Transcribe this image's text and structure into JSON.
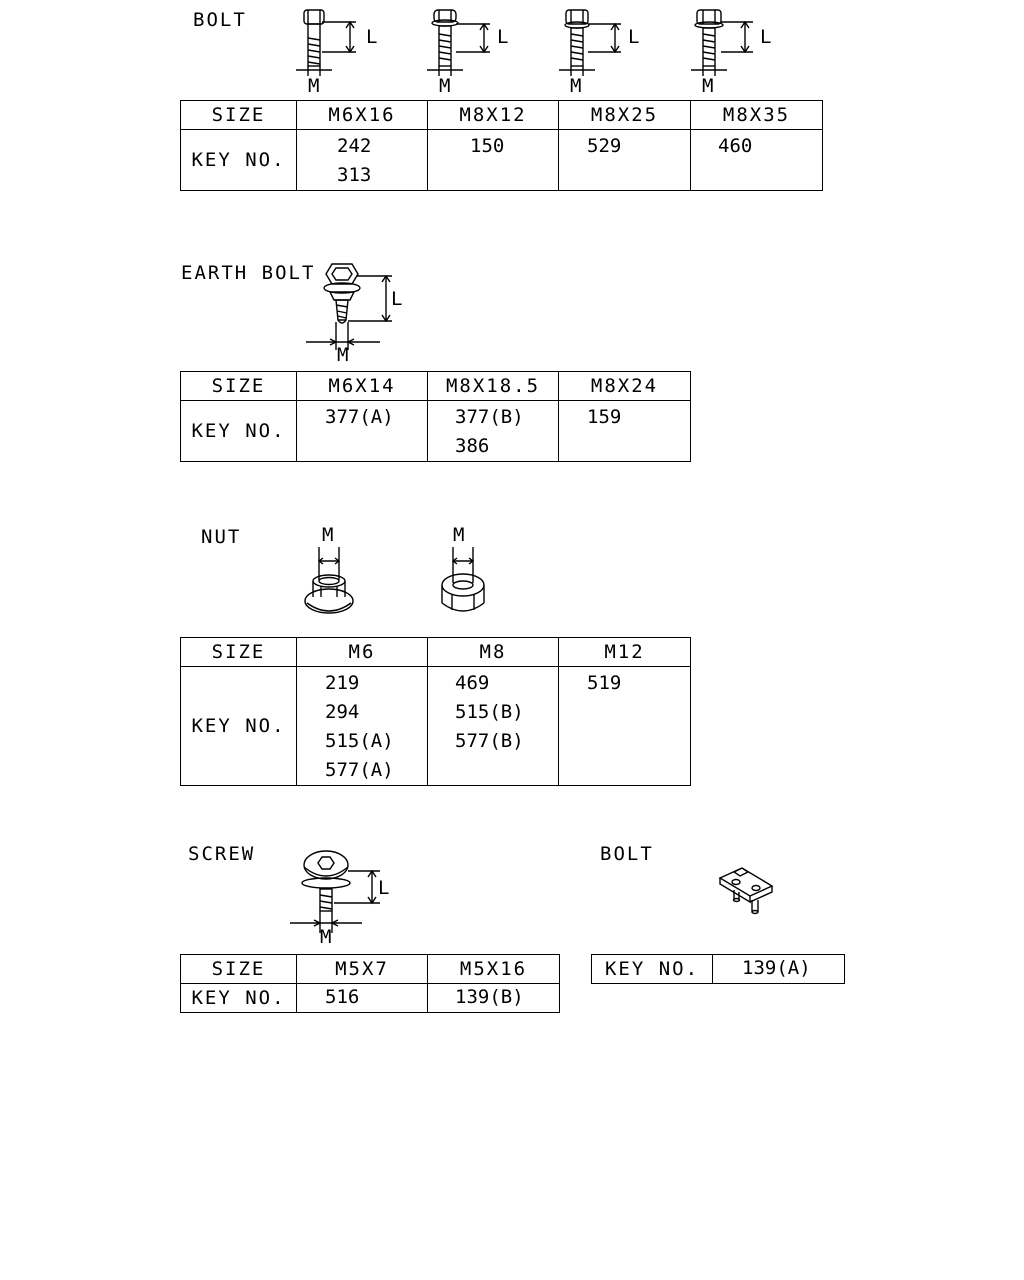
{
  "bolt": {
    "title": "BOLT",
    "dim_l": "L",
    "dim_m": "M",
    "size_label": "SIZE",
    "key_label": "KEY NO.",
    "columns": [
      {
        "size": "M6X16",
        "keys": [
          "242",
          "313"
        ]
      },
      {
        "size": "M8X12",
        "keys": [
          "150"
        ]
      },
      {
        "size": "M8X25",
        "keys": [
          "529"
        ]
      },
      {
        "size": "M8X35",
        "keys": [
          "460"
        ]
      }
    ]
  },
  "earth_bolt": {
    "title": "EARTH BOLT",
    "dim_l": "L",
    "dim_m": "M",
    "size_label": "SIZE",
    "key_label": "KEY NO.",
    "columns": [
      {
        "size": "M6X14",
        "keys": [
          "377(A)"
        ]
      },
      {
        "size": "M8X18.5",
        "keys": [
          "377(B)",
          "386"
        ]
      },
      {
        "size": "M8X24",
        "keys": [
          "159"
        ]
      }
    ]
  },
  "nut": {
    "title": "NUT",
    "dim_m": "M",
    "size_label": "SIZE",
    "key_label": "KEY NO.",
    "columns": [
      {
        "size": "M6",
        "keys": [
          "219",
          "294",
          "515(A)",
          "577(A)"
        ]
      },
      {
        "size": "M8",
        "keys": [
          "469",
          "515(B)",
          "577(B)"
        ]
      },
      {
        "size": "M12",
        "keys": [
          "519"
        ]
      }
    ]
  },
  "screw": {
    "title": "SCREW",
    "dim_l": "L",
    "dim_m": "M",
    "size_label": "SIZE",
    "key_label": "KEY NO.",
    "columns": [
      {
        "size": "M5X7",
        "keys": [
          "516"
        ]
      },
      {
        "size": "M5X16",
        "keys": [
          "139(B)"
        ]
      }
    ]
  },
  "bracket_bolt": {
    "title": "BOLT",
    "key_label": "KEY NO.",
    "key": "139(A)"
  }
}
